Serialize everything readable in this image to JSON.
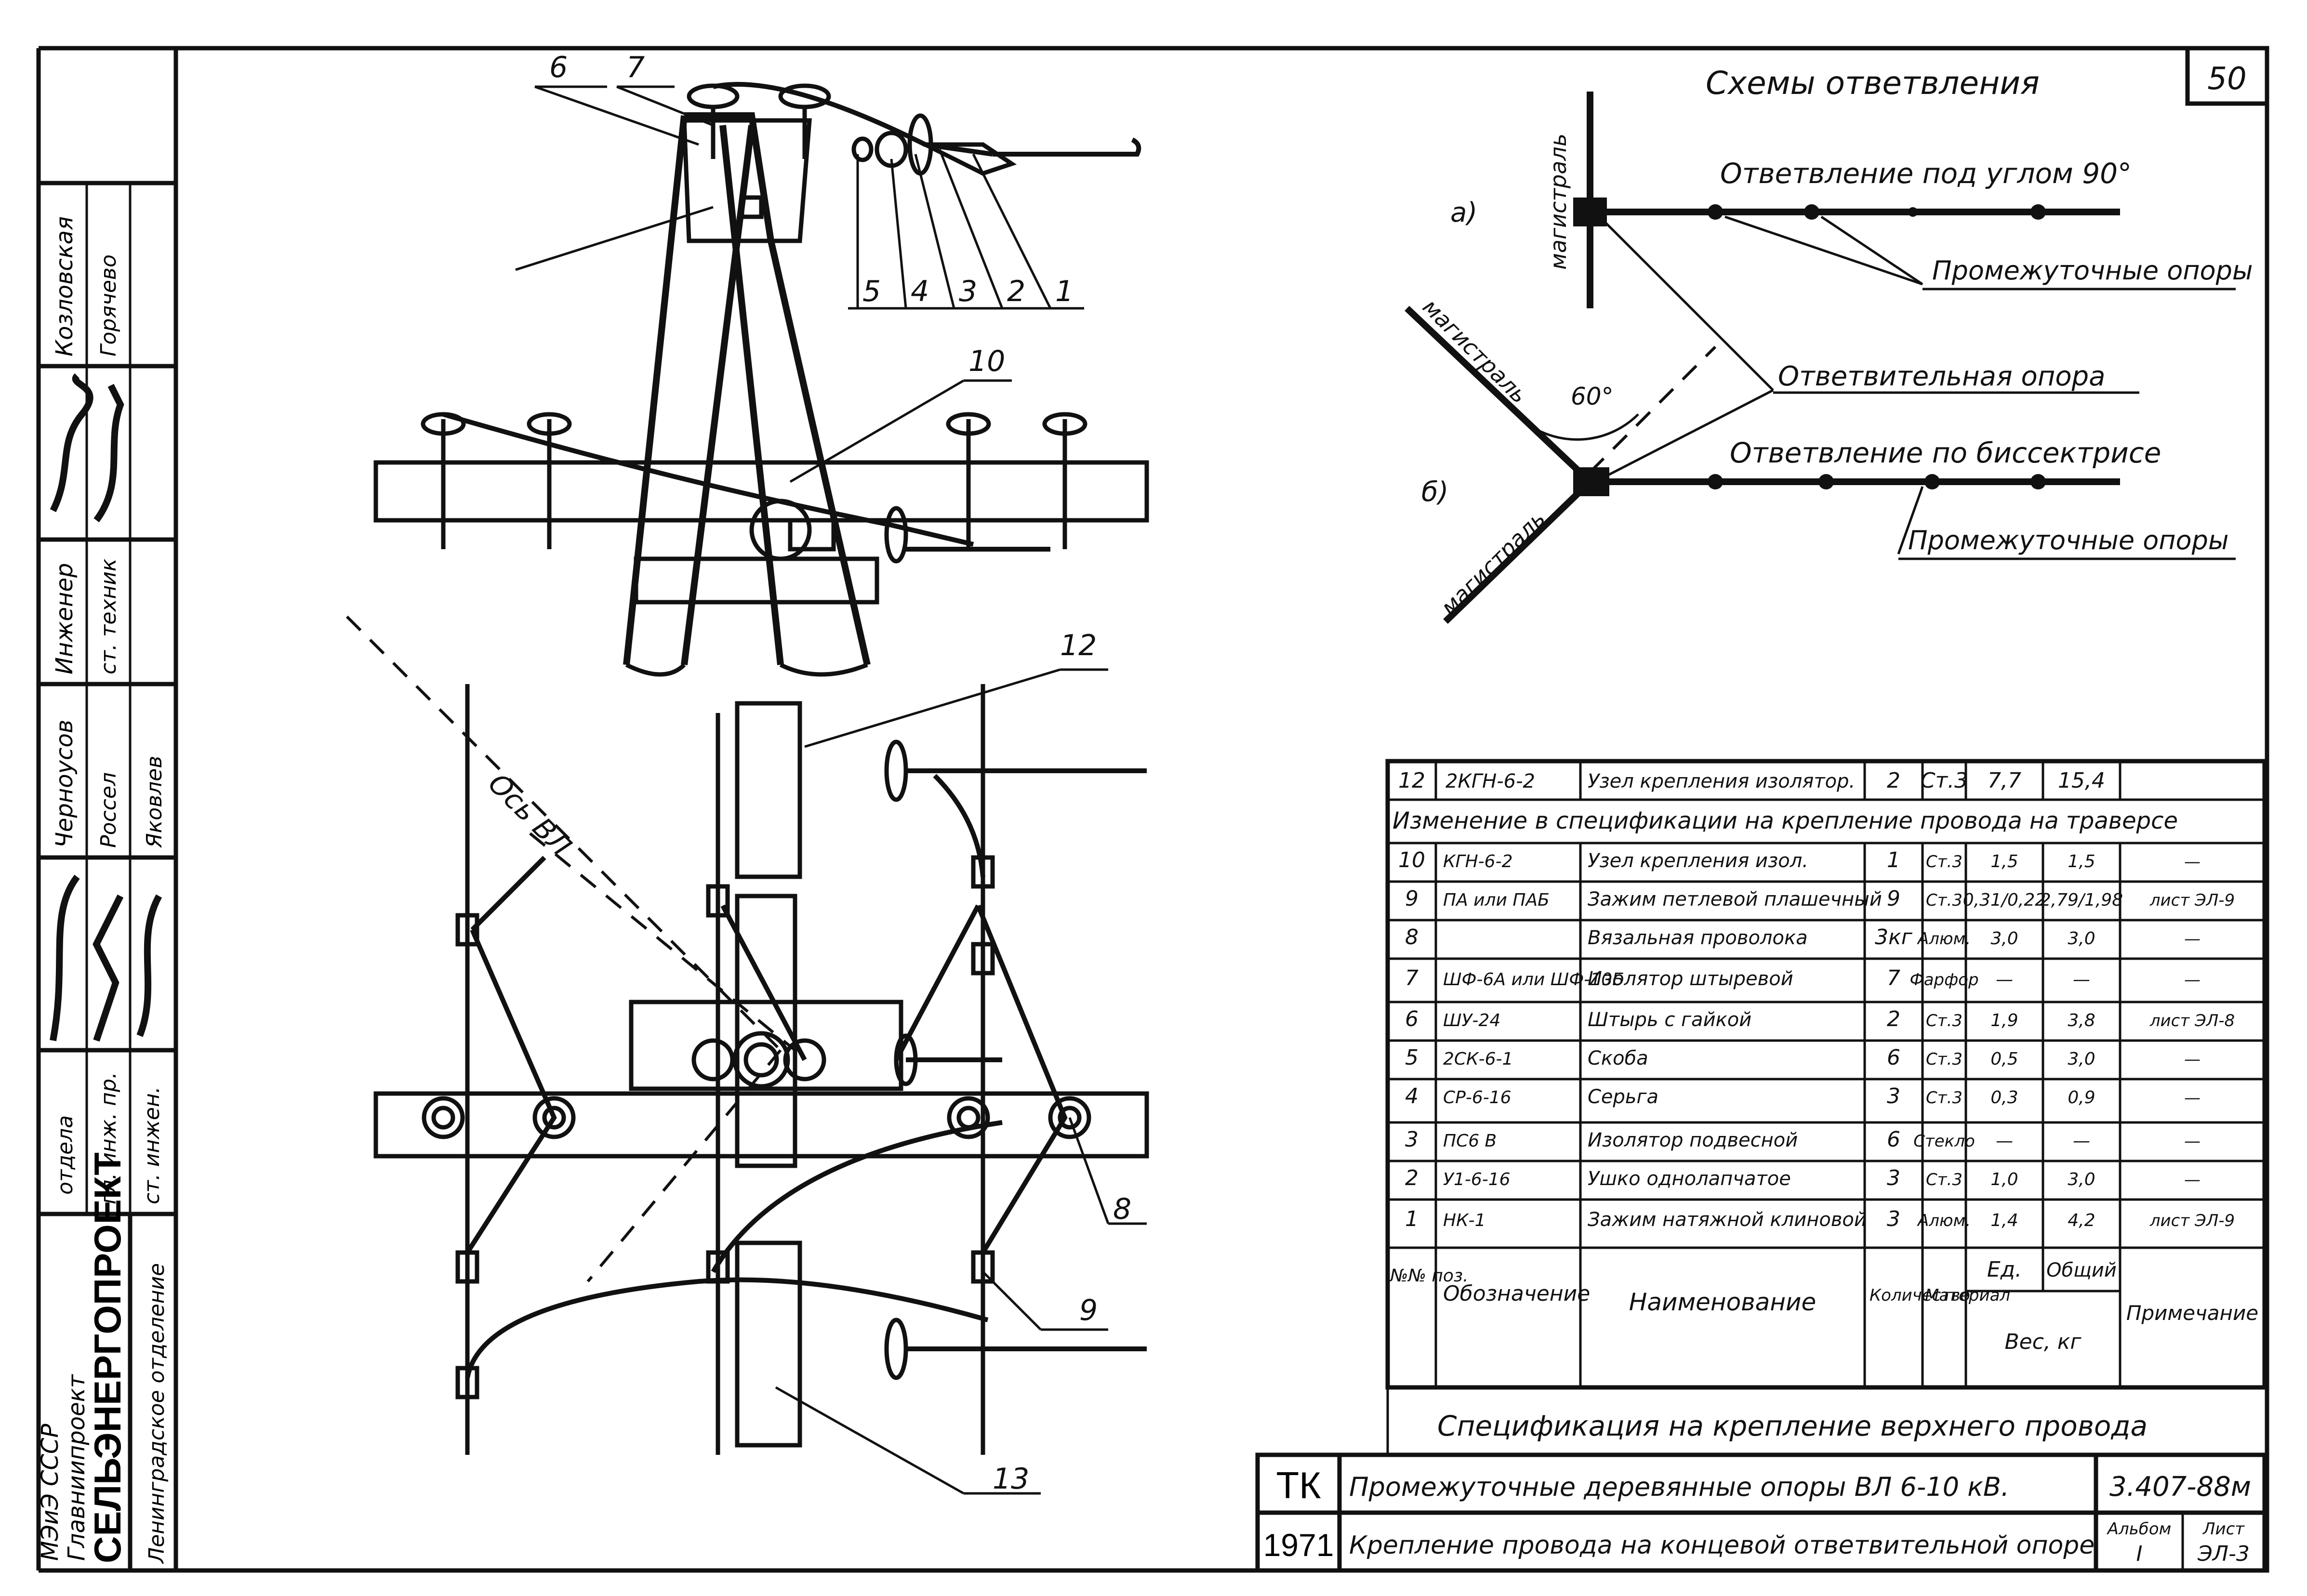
{
  "page_number": "50",
  "side_stamp": {
    "org_lines": [
      "МЭиЭ СССР",
      "Главниипроект"
    ],
    "org_main": "СЕЛЬЭНЕРГОПРОЕКТ",
    "org_branch": "Ленинградское отделение",
    "roles_top": [
      "отдела",
      "гл. инж. пр.",
      "ст. инжен."
    ],
    "columns": [
      {
        "role": "Инженер",
        "role2": "ст. техник"
      },
      {
        "role": "Черноусов",
        "role2": "Россел",
        "role3": "Яковлев"
      },
      {
        "role": "Козловская",
        "role2": "Горячево"
      }
    ]
  },
  "scheme": {
    "title": "Схемы ответвления",
    "a_label": "а)",
    "b_label": "б)",
    "main_line_label": "магистраль",
    "branch_90": "Ответвление под углом 90°",
    "intermediate_a": "Промежуточные опоры",
    "branch_support": "Ответвительная опора",
    "branch_bisector": "Ответвление по биссектрисе",
    "intermediate_b": "Промежуточные опоры",
    "angle": "60°"
  },
  "drawing": {
    "axis_label": "Ось ВЛ",
    "callouts": [
      "6",
      "7",
      "5",
      "4",
      "3",
      "2",
      "1",
      "10",
      "12",
      "8",
      "9",
      "13"
    ]
  },
  "spec_table": {
    "row12": [
      "12",
      "2КГН-6-2",
      "Узел крепления изолятор.",
      "2",
      "Ст.3",
      "7,7",
      "15,4",
      ""
    ],
    "change_note": "Изменение в спецификации на крепление провода на траверсе",
    "rows": [
      [
        "10",
        "КГН-6-2",
        "Узел крепления изол.",
        "1",
        "Ст.3",
        "1,5",
        "1,5",
        "—"
      ],
      [
        "9",
        "ПА или ПАБ",
        "Зажим петлевой плашечный",
        "9",
        "Ст.3",
        "0,31/0,22",
        "2,79/1,98",
        "лист ЭЛ-9"
      ],
      [
        "8",
        "",
        "Вязальная проволока",
        "3кг",
        "Алюм.",
        "3,0",
        "3,0",
        "—"
      ],
      [
        "7",
        "ШФ-6А или ШФ-10Б",
        "Изолятор штыревой",
        "7",
        "Фарфор",
        "—",
        "—",
        "—"
      ],
      [
        "6",
        "ШУ-24",
        "Штырь с гайкой",
        "2",
        "Ст.3",
        "1,9",
        "3,8",
        "лист ЭЛ-8"
      ],
      [
        "5",
        "2СК-6-1",
        "Скоба",
        "6",
        "Ст.3",
        "0,5",
        "3,0",
        "—"
      ],
      [
        "4",
        "СР-6-16",
        "Серьга",
        "3",
        "Ст.3",
        "0,3",
        "0,9",
        "—"
      ],
      [
        "3",
        "ПС6 В",
        "Изолятор подвесной",
        "6",
        "Стекло",
        "—",
        "—",
        "—"
      ],
      [
        "2",
        "У1-6-16",
        "Ушко однолапчатое",
        "3",
        "Ст.3",
        "1,0",
        "3,0",
        "—"
      ],
      [
        "1",
        "НК-1",
        "Зажим натяжной клиновой",
        "3",
        "Алюм.",
        "1,4",
        "4,2",
        "лист ЭЛ-9"
      ]
    ],
    "header": {
      "pos": "№№ поз.",
      "designation": "Обозначение",
      "name": "Наименование",
      "qty": "Количество",
      "material": "Материал",
      "unit": "Ед.",
      "total": "Общий",
      "weight": "Вес, кг",
      "note": "Примечание"
    },
    "caption": "Спецификация на крепление верхнего провода"
  },
  "title_block": {
    "tk": "ТК",
    "year": "1971",
    "title1": "Промежуточные деревянные опоры ВЛ 6-10 кВ.",
    "title2": "Крепление провода на концевой ответвительной опоре",
    "code": "3.407-88м",
    "album_label": "Альбом",
    "album": "I",
    "sheet_label": "Лист",
    "sheet": "ЭЛ-3"
  }
}
